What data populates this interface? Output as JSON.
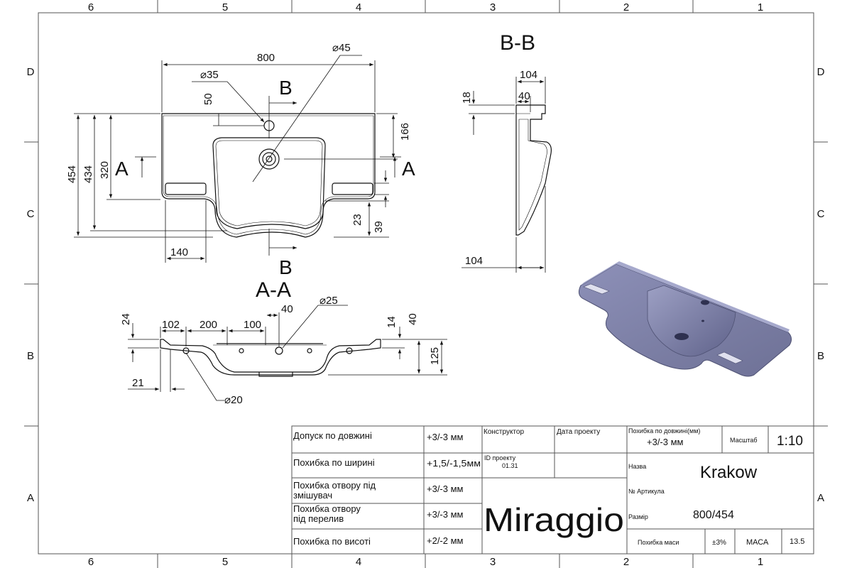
{
  "frame": {
    "columns": [
      "6",
      "5",
      "4",
      "3",
      "2",
      "1"
    ],
    "rows": [
      "D",
      "C",
      "B",
      "A"
    ]
  },
  "views": {
    "top": {
      "section_marks": [
        "A",
        "A",
        "B",
        "B"
      ],
      "dims": {
        "width": "800",
        "hole1": "⌀45",
        "hole2": "⌀35",
        "d50": "50",
        "d166": "166",
        "d454": "454",
        "d434": "434",
        "d320": "320",
        "d140": "140",
        "d23": "23",
        "d39": "39"
      }
    },
    "section_bb": {
      "title": "B-B",
      "dims": {
        "d104top": "104",
        "d40": "40",
        "d18": "18",
        "d104bot": "104"
      }
    },
    "section_aa": {
      "title": "A-A",
      "dims": {
        "d24": "24",
        "d102": "102",
        "d200": "200",
        "d100": "100",
        "d40": "40",
        "d25": "⌀25",
        "d14": "14",
        "d40r": "40",
        "d125": "125",
        "d21": "21",
        "d20": "⌀20"
      }
    }
  },
  "title_block": {
    "rows": [
      {
        "label": "Допуск по довжині",
        "value": "+3/-3 мм"
      },
      {
        "label": "Похибка по ширині",
        "value": "+1,5/-1,5мм"
      },
      {
        "label": "Похибка отвору під змішувач",
        "value": "+3/-3 мм"
      },
      {
        "label": "Похибка отвору під перелив",
        "value": "+3/-3 мм"
      },
      {
        "label": "Похибка по висоті",
        "value": "+2/-2 мм"
      }
    ],
    "designer_label": "Конструктор",
    "date_label": "Дата проекту",
    "project_id_label": "ID проекту",
    "project_id": "01.31",
    "brand": "Miraggio",
    "length_tol_label": "Похибка по довжині(мм)",
    "length_tol_value": "+3/-3 мм",
    "scale_label": "Масштаб",
    "scale": "1:10",
    "name_label": "Назва",
    "name": "Krakow",
    "article_label": "№ Артикула",
    "size_label": "Размір",
    "size": "800/454",
    "mass_tol_label": "Похибка маси",
    "mass_tol": "±3%",
    "mass_label": "МАСА",
    "mass": "13.5"
  }
}
